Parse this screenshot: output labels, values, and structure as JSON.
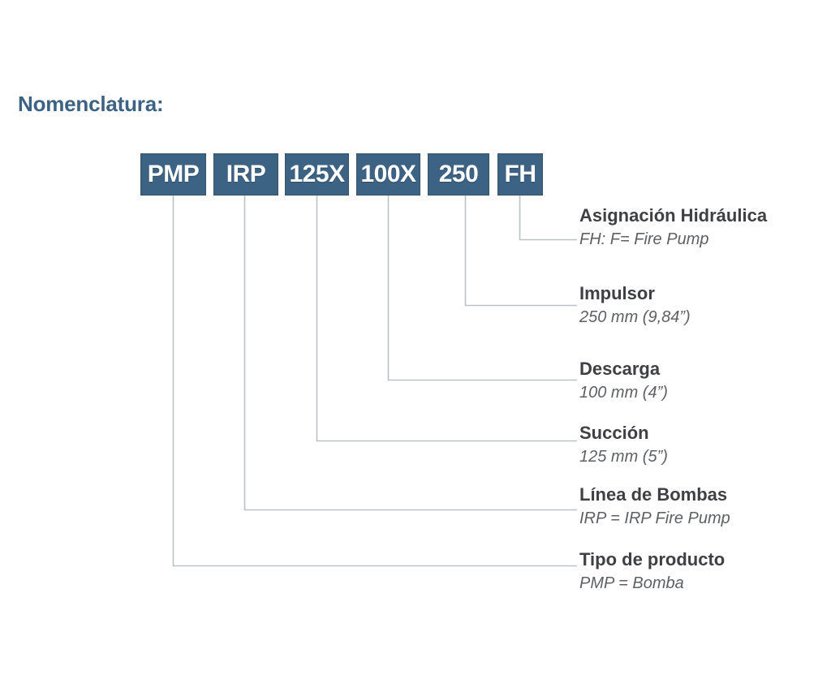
{
  "title": "Nomenclatura:",
  "theme": {
    "block_fill": "#3d6384",
    "block_text": "#ffffff",
    "title_color": "#3d6384",
    "label_title_color": "#3f4043",
    "label_sub_color": "#5e6164",
    "leader_line_color": "#b9c2c7",
    "background": "#ffffff"
  },
  "code_blocks": [
    {
      "code": "PMP"
    },
    {
      "code": "IRP"
    },
    {
      "code": "125X"
    },
    {
      "code": "100X"
    },
    {
      "code": "250"
    },
    {
      "code": "FH"
    }
  ],
  "labels": [
    {
      "title": "Asignación Hidráulica",
      "sub": "FH: F= Fire Pump"
    },
    {
      "title": "Impulsor",
      "sub": "250 mm (9,84”)"
    },
    {
      "title": "Descarga",
      "sub": "100 mm (4”)"
    },
    {
      "title": "Succión",
      "sub": "125 mm (5”)"
    },
    {
      "title": "Línea de Bombas",
      "sub": "IRP = IRP Fire Pump"
    },
    {
      "title": "Tipo de producto",
      "sub": "PMP = Bomba"
    }
  ]
}
